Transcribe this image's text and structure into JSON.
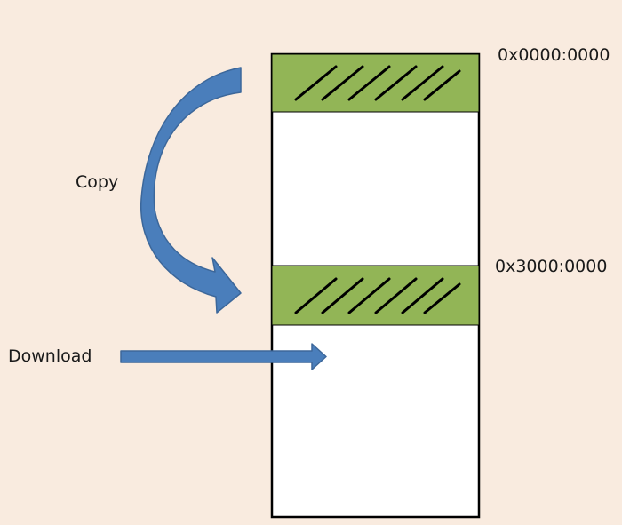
{
  "labels": {
    "address_top": "0x0000:0000",
    "address_middle": "0x3000:0000",
    "copy": "Copy",
    "download": "Download"
  },
  "colors": {
    "background": "#f9ebdf",
    "memory_block": "#ffffff",
    "highlight_region": "#92b556",
    "arrow_fill": "#4a7ebb",
    "arrow_stroke": "#3c679a",
    "outline": "#000000"
  }
}
